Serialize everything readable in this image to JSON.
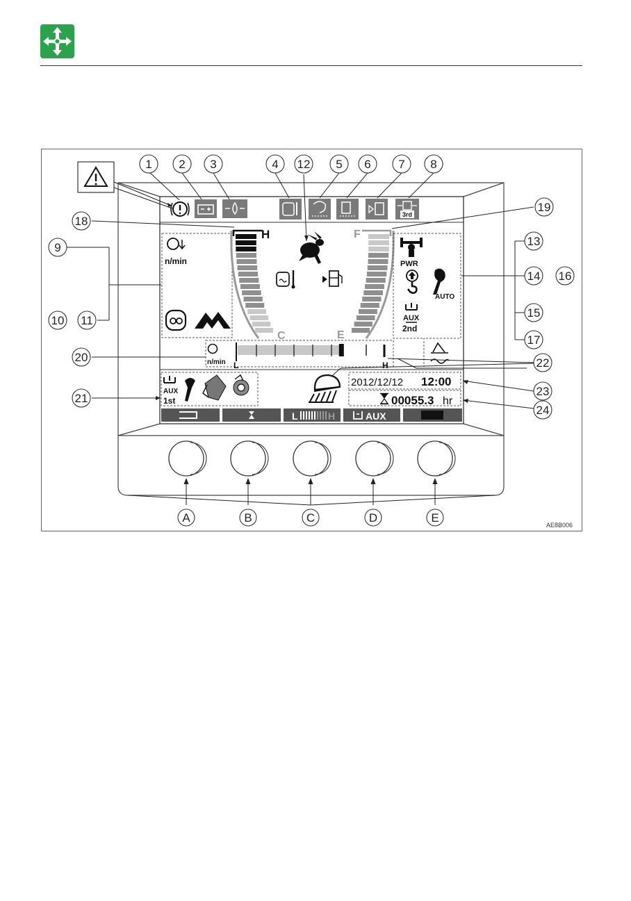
{
  "colors": {
    "logo_green": "#2ba24c",
    "icon_box_gray": "#7a7a7a",
    "bar_dark": "#111111",
    "gauge_mid": "#8f8f8f",
    "gauge_light": "#c8c8c8",
    "softkey_bar": "#555555"
  },
  "header": {
    "logo_icon": "arrows-cross-icon"
  },
  "display": {
    "temp_gauge": {
      "top_label": "H",
      "bottom_label": "C",
      "level_fraction": 0.15
    },
    "fuel_gauge": {
      "top_label": "F",
      "bottom_label": "E",
      "level_fraction": 0.8
    },
    "engine_speed_label": "n/min",
    "engine_speed_bar": {
      "low_label": "L",
      "high_label": "H",
      "level_fraction": 0.7
    },
    "auto_decel_label": "n/min",
    "pwr_label": "PWR",
    "auto_label": "AUTO",
    "aux_2nd": {
      "aux": "AUX",
      "ord": "2nd"
    },
    "aux_3rd_label": "3rd",
    "aux_1st": {
      "aux": "AUX",
      "ord": "1st"
    },
    "date": "2012/12/12",
    "time": "12:00",
    "hour_meter": "00055.3",
    "hour_unit": "hr",
    "softkeys": [
      {
        "icon": "return-icon",
        "label": ""
      },
      {
        "icon": "hourglass-icon",
        "label": ""
      },
      {
        "icon": "",
        "label": "L"
      },
      {
        "icon": "",
        "label": "AUX"
      },
      {
        "icon": "",
        "label": ""
      }
    ],
    "softkey_c_high": "H"
  },
  "callouts": [
    "1",
    "2",
    "3",
    "4",
    "12",
    "5",
    "6",
    "7",
    "8",
    "18",
    "19",
    "9",
    "13",
    "14",
    "16",
    "15",
    "10",
    "11",
    "17",
    "20",
    "22",
    "21",
    "23",
    "24"
  ],
  "buttons": [
    "A",
    "B",
    "C",
    "D",
    "E"
  ],
  "figure_code": "AE8B006"
}
